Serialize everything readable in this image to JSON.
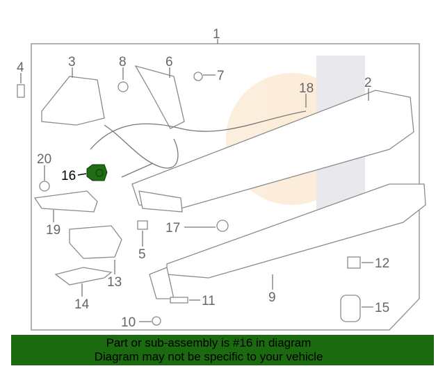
{
  "diagram": {
    "callouts": [
      "1",
      "2",
      "3",
      "4",
      "5",
      "6",
      "7",
      "8",
      "9",
      "10",
      "11",
      "12",
      "13",
      "14",
      "15",
      "16",
      "17",
      "18",
      "19",
      "20"
    ],
    "highlighted_part": "16",
    "highlight_color": "#1f6e14"
  },
  "banner": {
    "line1": "Part or sub-assembly is #16 in diagram",
    "line2": "Diagram may not be specific to your vehicle",
    "background": "#1b6a10"
  }
}
